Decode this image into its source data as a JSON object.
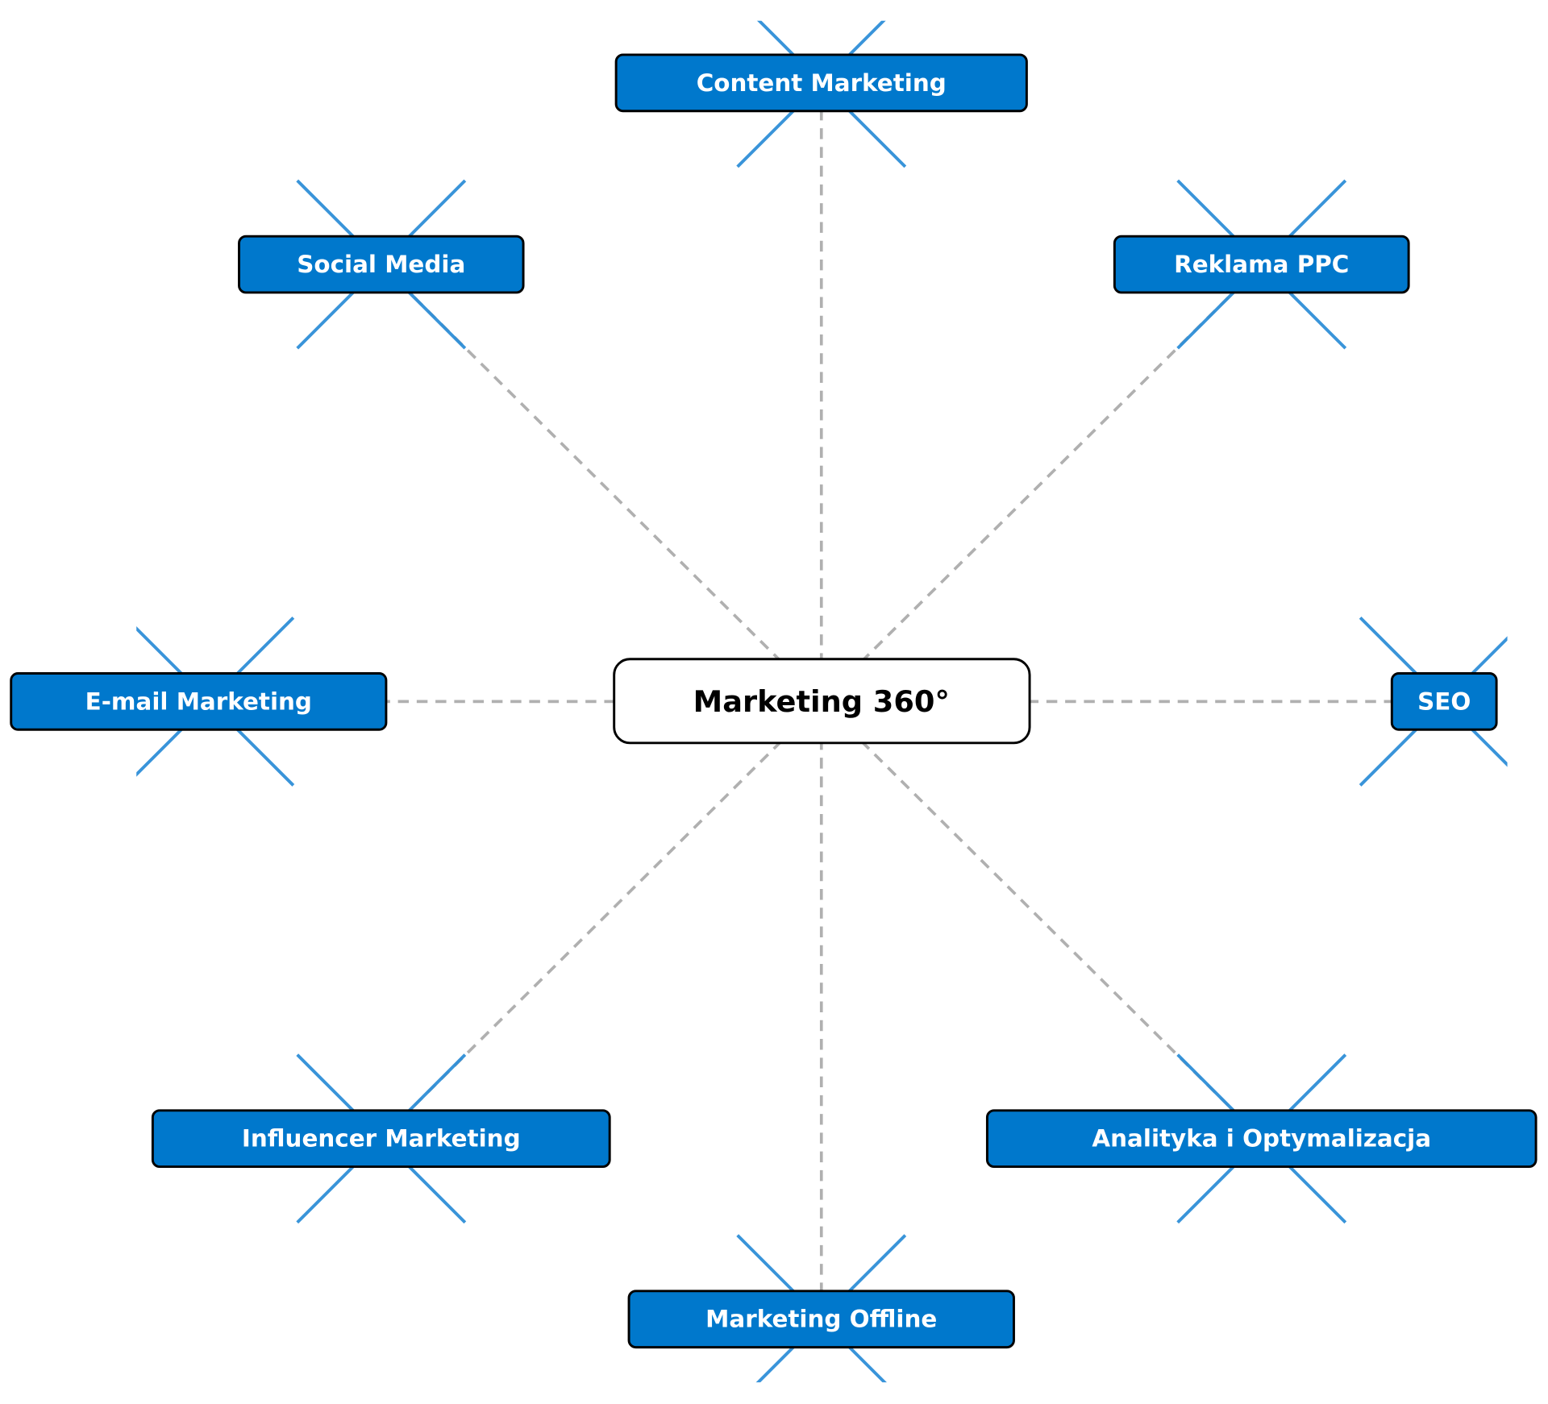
{
  "center": {
    "label": "Marketing 360°"
  },
  "nodes": [
    {
      "id": "content-marketing",
      "label": "Content Marketing"
    },
    {
      "id": "reklama-ppc",
      "label": "Reklama PPC"
    },
    {
      "id": "seo",
      "label": "SEO"
    },
    {
      "id": "analityka",
      "label": "Analityka i Optymalizacja"
    },
    {
      "id": "marketing-offline",
      "label": "Marketing Offline"
    },
    {
      "id": "influencer-marketing",
      "label": "Influencer Marketing"
    },
    {
      "id": "email-marketing",
      "label": "E-mail Marketing"
    },
    {
      "id": "social-media",
      "label": "Social Media"
    }
  ],
  "colors": {
    "node_fill": "#0078cc",
    "cross": "#2f8fd8",
    "edge": "#b0b0b0"
  }
}
